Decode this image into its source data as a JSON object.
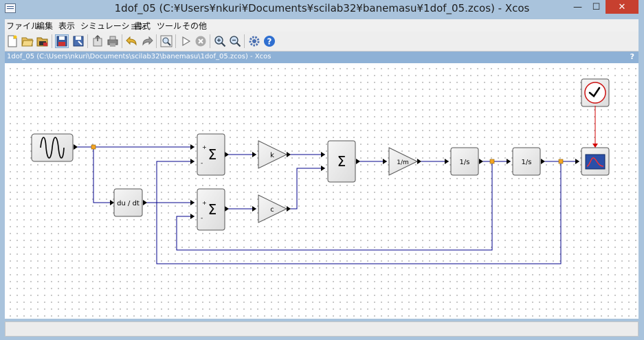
{
  "window": {
    "title": "1dof_05 (C:¥Users¥nkuri¥Documents¥scilab32¥banemasu¥1dof_05.zcos) - Xcos",
    "minimize_glyph": "—",
    "maximize_glyph": "☐",
    "close_glyph": "✕"
  },
  "menubar": {
    "items": [
      {
        "label": "ファイル"
      },
      {
        "label": "編集"
      },
      {
        "label": "表示"
      },
      {
        "label": "シミュレーション"
      },
      {
        "label": "書式"
      },
      {
        "label": "ツール"
      },
      {
        "label": "その他"
      }
    ]
  },
  "toolbar": {
    "icons": [
      "new-diagram-icon",
      "open-icon",
      "open-in-scilab-icon",
      "save-icon",
      "save-as-icon",
      "export-icon",
      "print-icon",
      "undo-icon",
      "redo-icon",
      "zoom-fit-icon",
      "start-icon",
      "stop-icon",
      "zoom-in-icon",
      "zoom-out-icon",
      "setup-icon",
      "help-icon"
    ]
  },
  "document": {
    "title": "1dof_05 (C:\\Users\\nkuri\\Documents\\scilab32\\banemasu\\1dof_05.zcos) - Xcos",
    "help": "?"
  },
  "diagram": {
    "blocks": {
      "sum1": {
        "label": "Σ",
        "plus": "+",
        "minus": "-"
      },
      "sum2": {
        "label": "Σ",
        "plus": "+",
        "minus": "-"
      },
      "sum3": {
        "label": "Σ"
      },
      "gain_k": {
        "label": "k"
      },
      "gain_c": {
        "label": "c"
      },
      "gain_m": {
        "label": "1/m"
      },
      "deriv": {
        "label": "du / dt"
      },
      "integ1": {
        "label": "1/s"
      },
      "integ2": {
        "label": "1/s"
      }
    },
    "colors": {
      "link": "#00008b",
      "event_link": "#d40000",
      "split": "#f5a623",
      "block_fill": "#e6e6e6"
    }
  }
}
